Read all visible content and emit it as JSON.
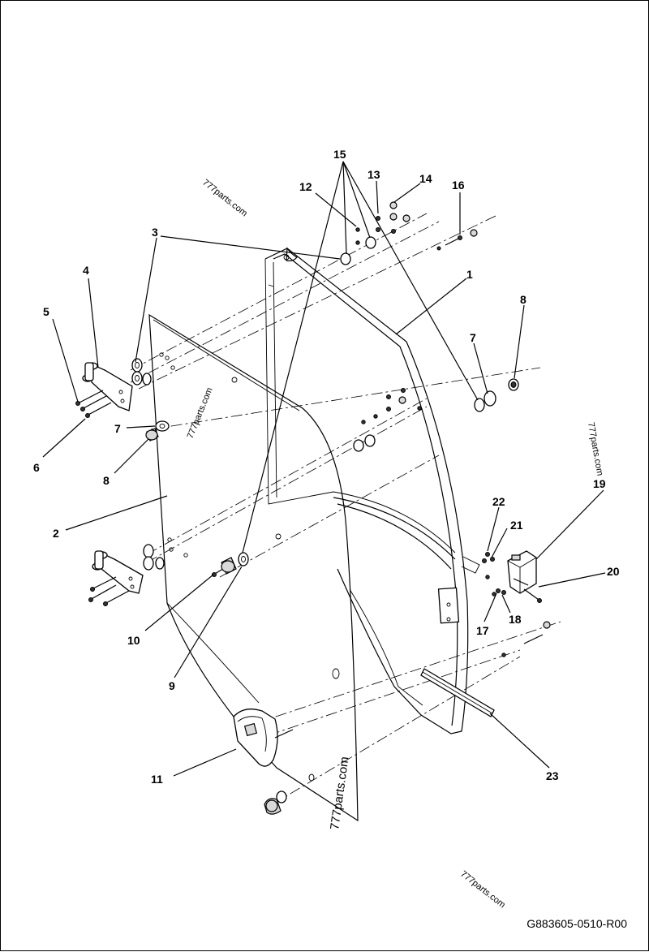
{
  "drawing_code": "G883605-0510-R00",
  "watermark": "777parts.com",
  "callouts": {
    "c1": "1",
    "c2": "2",
    "c3": "3",
    "c4": "4",
    "c5": "5",
    "c6": "6",
    "c7a": "7",
    "c7b": "7",
    "c8a": "8",
    "c8b": "8",
    "c9": "9",
    "c10": "10",
    "c11": "11",
    "c12": "12",
    "c13": "13",
    "c14": "14",
    "c15": "15",
    "c16": "16",
    "c17": "17",
    "c18": "18",
    "c19": "19",
    "c20": "20",
    "c21": "21",
    "c22": "22",
    "c23": "23"
  }
}
